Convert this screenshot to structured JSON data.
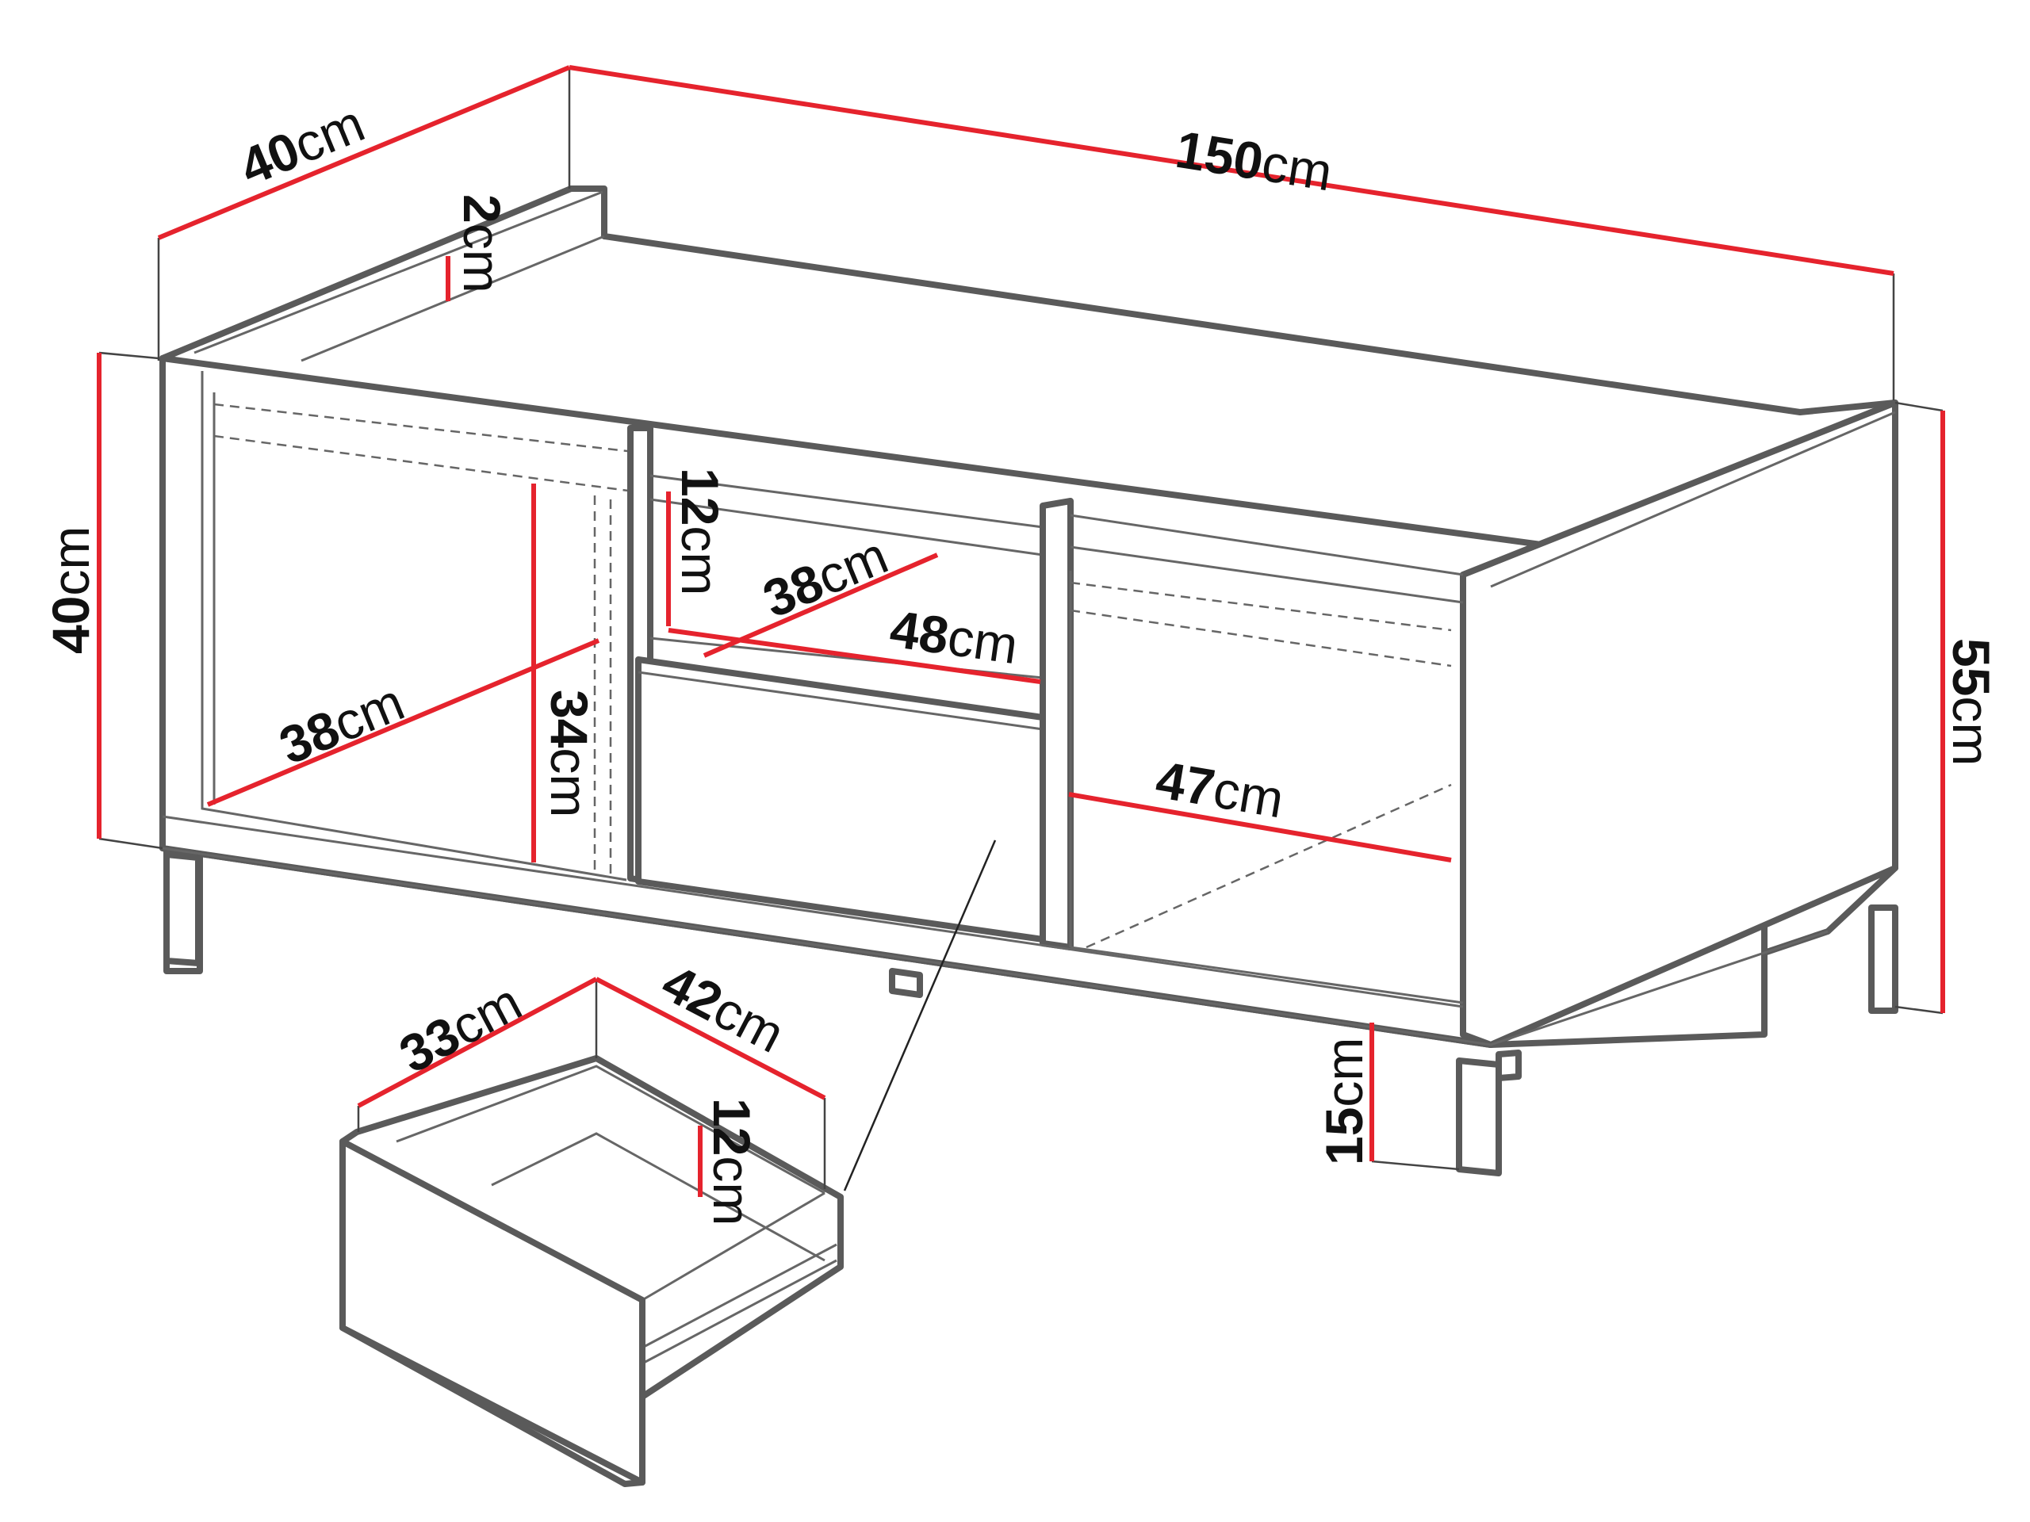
{
  "unit": "cm",
  "colors": {
    "dimension_line": "#e5232d",
    "outline": "#5a5a5a",
    "text": "#111111"
  },
  "dimensions": {
    "total_width": "150",
    "total_depth": "40",
    "total_height": "55",
    "body_height": "40",
    "top_thickness": "2",
    "left_compartment_depth": "38",
    "left_compartment_height": "34",
    "middle_niche_height": "12",
    "middle_niche_depth": "38",
    "middle_niche_width": "48",
    "right_compartment_width": "47",
    "leg_height": "15",
    "drawer_depth": "33",
    "drawer_width": "42",
    "drawer_height": "12"
  }
}
